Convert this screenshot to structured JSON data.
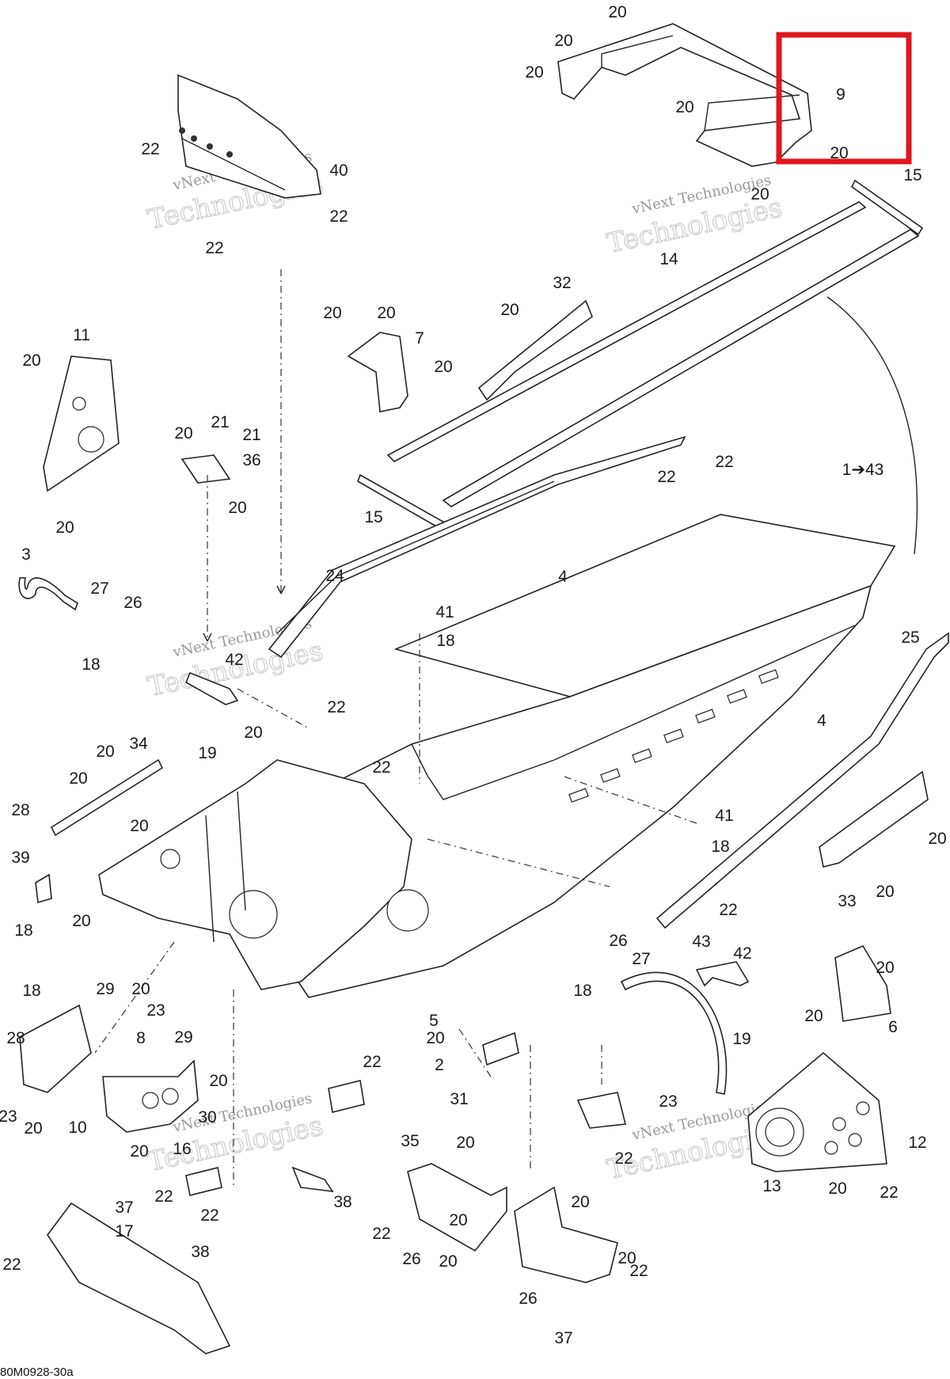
{
  "diagram": {
    "drawing_code": "80M0928-30a",
    "watermark": {
      "line1": "vNext Technologies",
      "line2": "Technologies"
    },
    "highlight": {
      "color": "#e0161b",
      "callout": "9"
    },
    "callouts": [
      "20",
      "20",
      "20",
      "9",
      "20",
      "20",
      "20",
      "15",
      "14",
      "22",
      "40",
      "22",
      "22",
      "32",
      "20",
      "20",
      "20",
      "7",
      "20",
      "11",
      "20",
      "20",
      "21",
      "20",
      "21",
      "36",
      "20",
      "15",
      "22",
      "1➔43",
      "22",
      "3",
      "27",
      "26",
      "24",
      "4",
      "18",
      "41",
      "18",
      "42",
      "25",
      "22",
      "4",
      "20",
      "34",
      "19",
      "22",
      "20",
      "20",
      "28",
      "41",
      "18",
      "20",
      "39",
      "33",
      "20",
      "18",
      "20",
      "22",
      "20",
      "26",
      "43",
      "42",
      "27",
      "29",
      "20",
      "23",
      "18",
      "29",
      "18",
      "20",
      "5",
      "19",
      "28",
      "8",
      "20",
      "20",
      "6",
      "22",
      "2",
      "23",
      "20",
      "10",
      "20",
      "30",
      "31",
      "23",
      "20",
      "22",
      "12",
      "13",
      "20",
      "22",
      "16",
      "22",
      "22",
      "35",
      "20",
      "20",
      "20",
      "38",
      "22",
      "26",
      "37",
      "20",
      "22",
      "38",
      "17",
      "20",
      "22",
      "26",
      "37"
    ]
  }
}
